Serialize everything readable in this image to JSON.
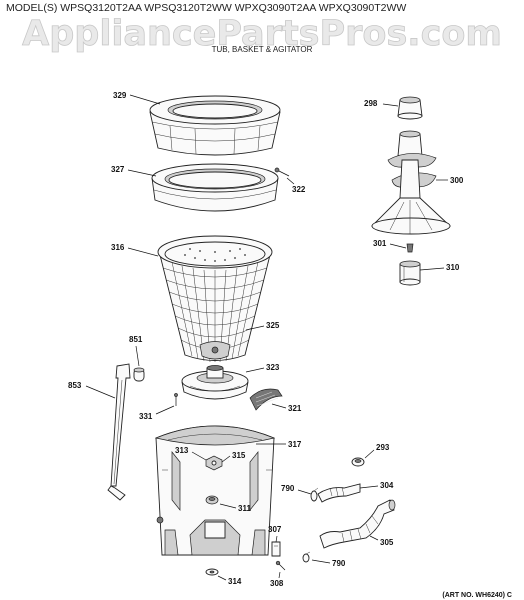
{
  "header": {
    "models": "MODEL(S) WPSQ3120T2AA  WPSQ3120T2WW  WPXQ3090T2AA  WPXQ3090T2WW",
    "watermark": "AppliancePartsPros.com",
    "title": "TUB, BASKET & AGITATOR"
  },
  "art_number": "(ART NO. WH6240) C",
  "parts": {
    "p329": "329",
    "p327": "327",
    "p322": "322",
    "p316": "316",
    "p325": "325",
    "p323": "323",
    "p851": "851",
    "p853": "853",
    "p331": "331",
    "p321": "321",
    "p317": "317",
    "p313": "313",
    "p315": "315",
    "p311": "311",
    "p307": "307",
    "p314": "314",
    "p308": "308",
    "p298": "298",
    "p300": "300",
    "p301": "301",
    "p310": "310",
    "p293": "293",
    "p790a": "790",
    "p790b": "790",
    "p304": "304",
    "p305": "305"
  }
}
